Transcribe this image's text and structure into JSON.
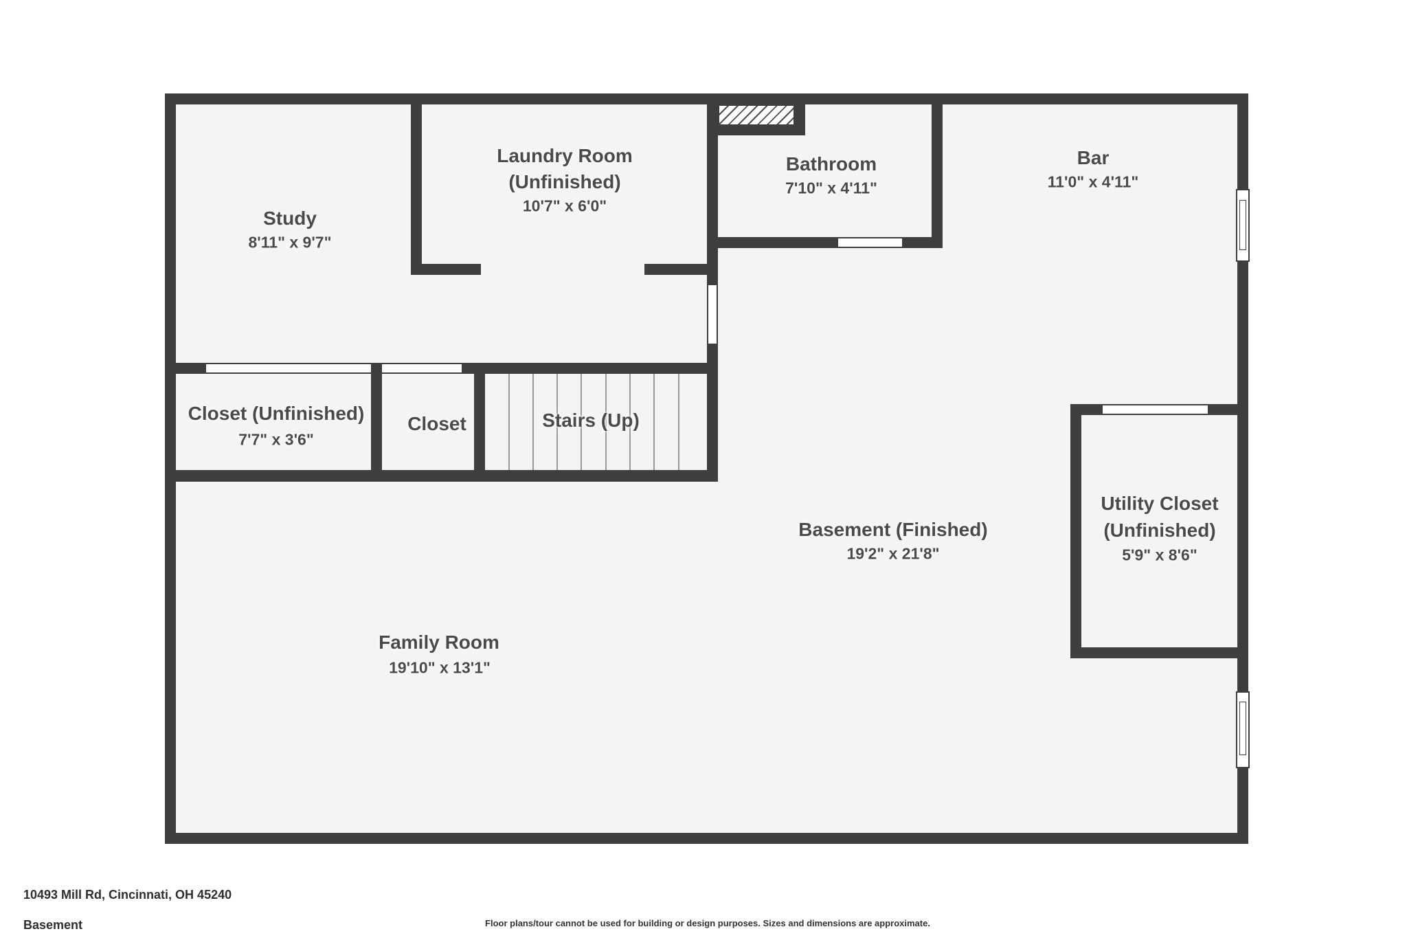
{
  "rooms": {
    "study": {
      "name": "Study",
      "dims": "8'11\" x 9'7\""
    },
    "laundry": {
      "name": "Laundry Room",
      "qualifier": "(Unfinished)",
      "dims": "10'7\" x 6'0\""
    },
    "bathroom": {
      "name": "Bathroom",
      "dims": "7'10\" x 4'11\""
    },
    "bar": {
      "name": "Bar",
      "dims": "11'0\" x 4'11\""
    },
    "closet_unfinished": {
      "name": "Closet (Unfinished)",
      "dims": "7'7\" x 3'6\""
    },
    "closet": {
      "name": "Closet"
    },
    "stairs": {
      "name": "Stairs (Up)"
    },
    "basement": {
      "name": "Basement (Finished)",
      "dims": "19'2\" x 21'8\""
    },
    "utility_closet": {
      "name": "Utility Closet",
      "qualifier": "(Unfinished)",
      "dims": "5'9\" x 8'6\""
    },
    "family_room": {
      "name": "Family Room",
      "dims": "19'10\" x 13'1\""
    }
  },
  "footer": {
    "address": "10493 Mill Rd, Cincinnati, OH 45240",
    "level": "Basement",
    "disclaimer": "Floor plans/tour cannot be used for building or design purposes. Sizes and dimensions are approximate."
  },
  "colors": {
    "wall": "#3e3e3e",
    "floor": "#f5f4f4",
    "label_text": "#4a4a4a"
  }
}
